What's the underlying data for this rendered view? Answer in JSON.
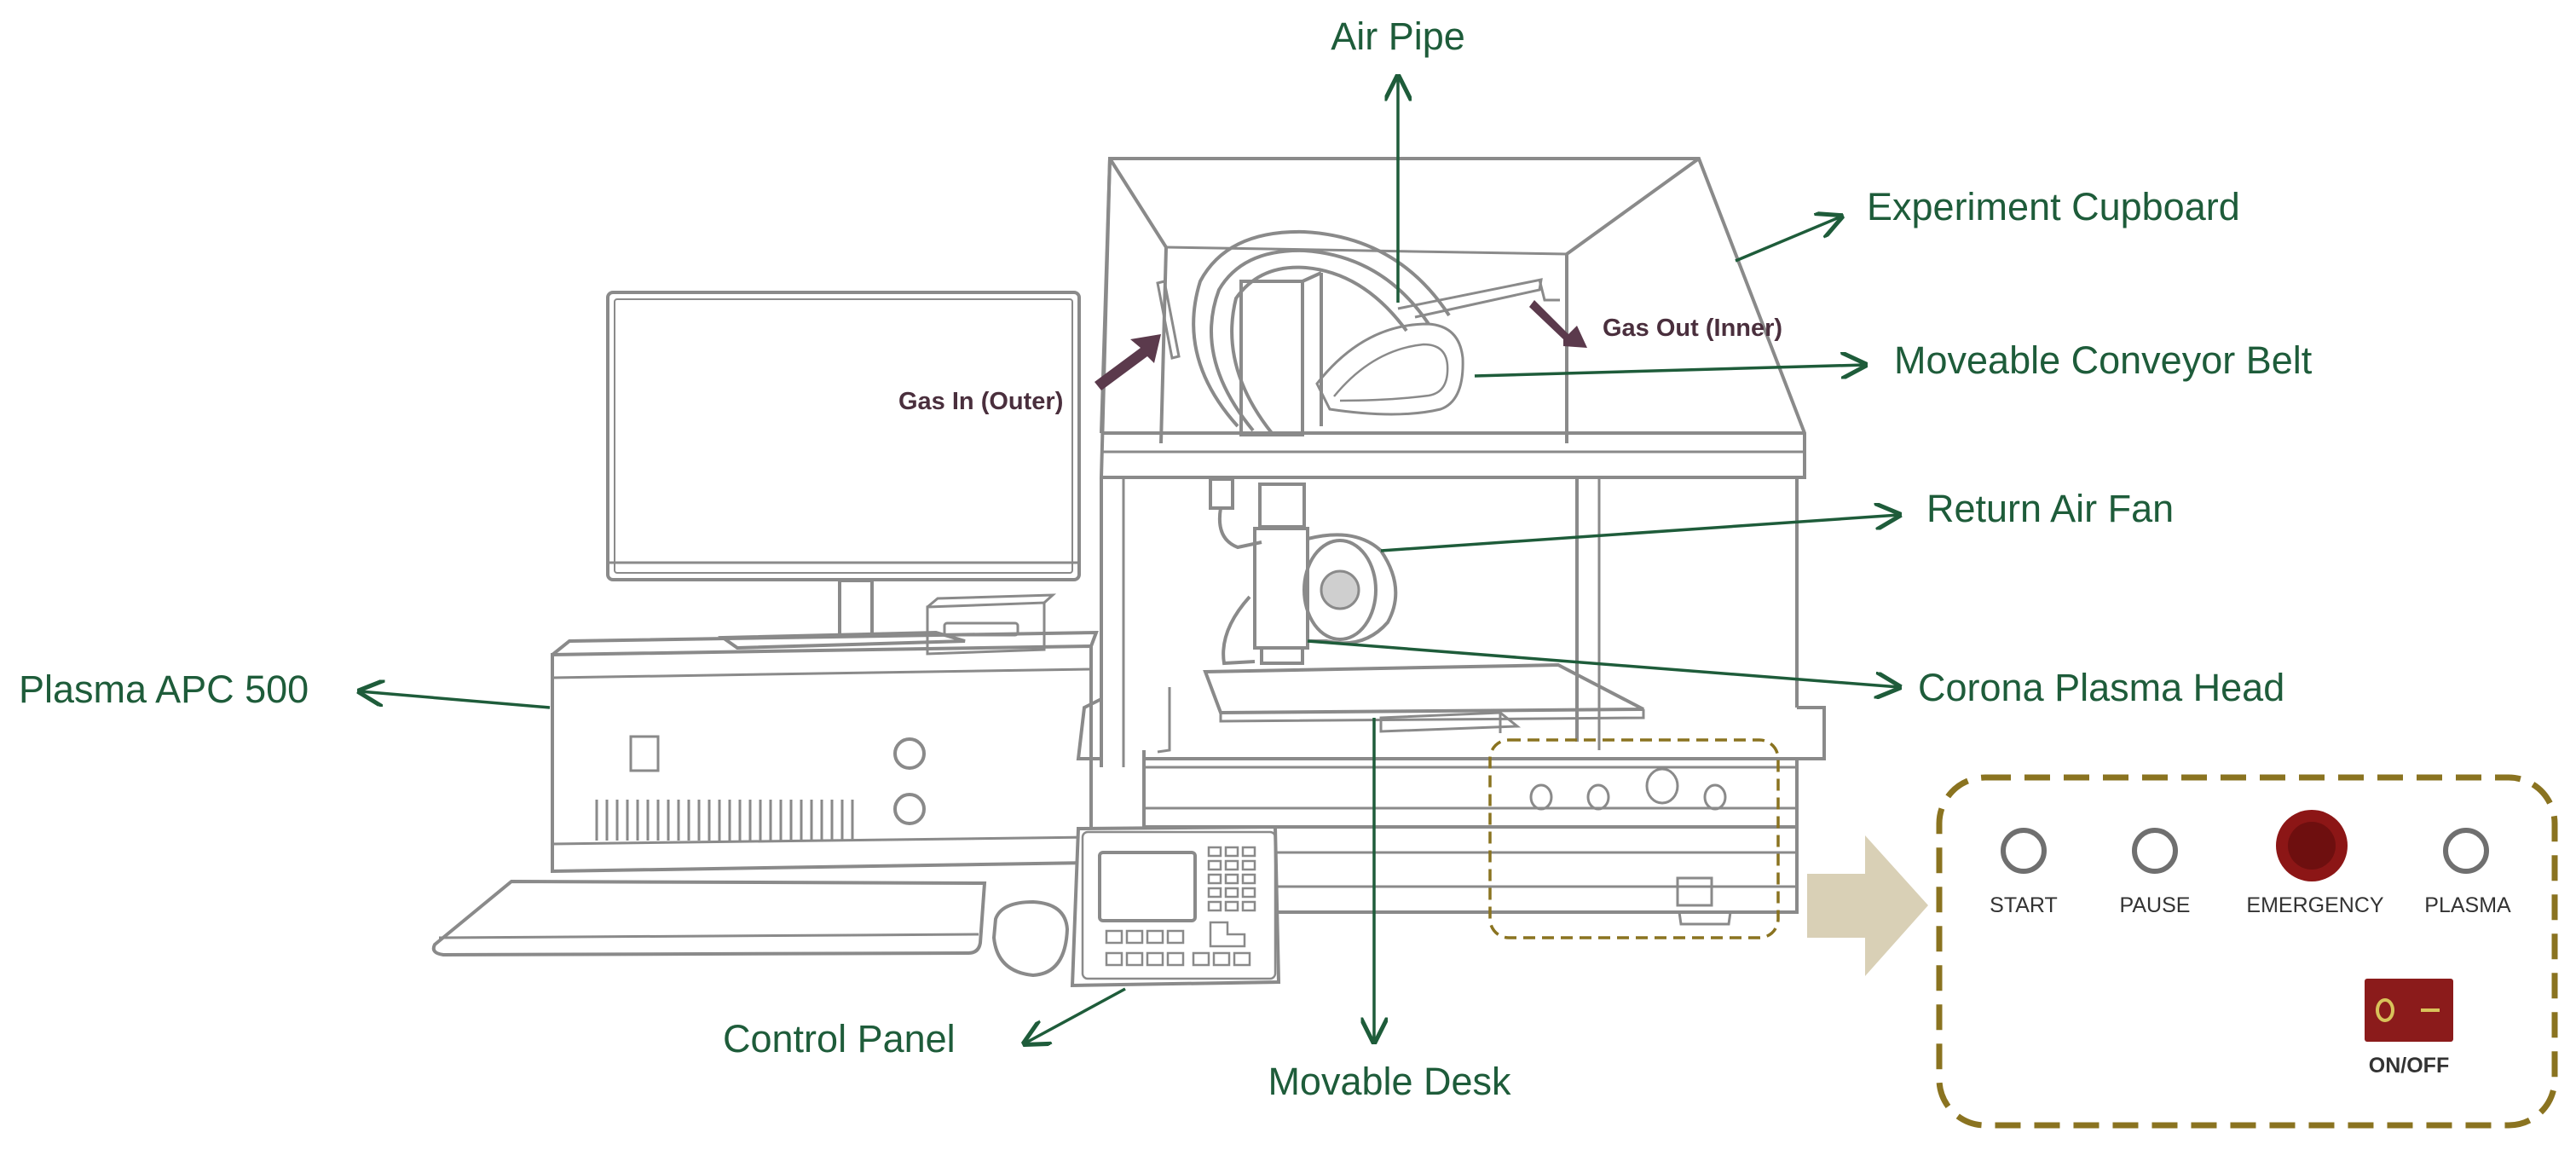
{
  "colors": {
    "label": "#1e5c3a",
    "gas_arrow": "#5b3a4c",
    "gas_text": "#4a2f3d",
    "sketch": "#8a8a8a",
    "sketch_dark": "#6f6f6f",
    "panel_dash": "#8a7320",
    "pointer": "#d9d0b6",
    "emergency": "#8c1616",
    "emergency_inner": "#6e0f0f",
    "switch": "#8b1b1b",
    "switch_mark": "#d8c25a"
  },
  "labels": {
    "air_pipe": "Air Pipe",
    "experiment_cupboard": "Experiment Cupboard",
    "moveable_conveyor_belt": "Moveable Conveyor Belt",
    "return_air_fan": "Return Air Fan",
    "corona_plasma_head": "Corona Plasma Head",
    "plasma_apc_500": "Plasma APC 500",
    "control_panel": "Control Panel",
    "movable_desk": "Movable Desk",
    "gas_in": "Gas In (Outer)",
    "gas_out": "Gas Out (Inner)"
  },
  "panel_detail": {
    "start": "START",
    "pause": "PAUSE",
    "emergency": "EMERGENCY",
    "plasma": "PLASMA",
    "on_off": "ON/OFF"
  }
}
